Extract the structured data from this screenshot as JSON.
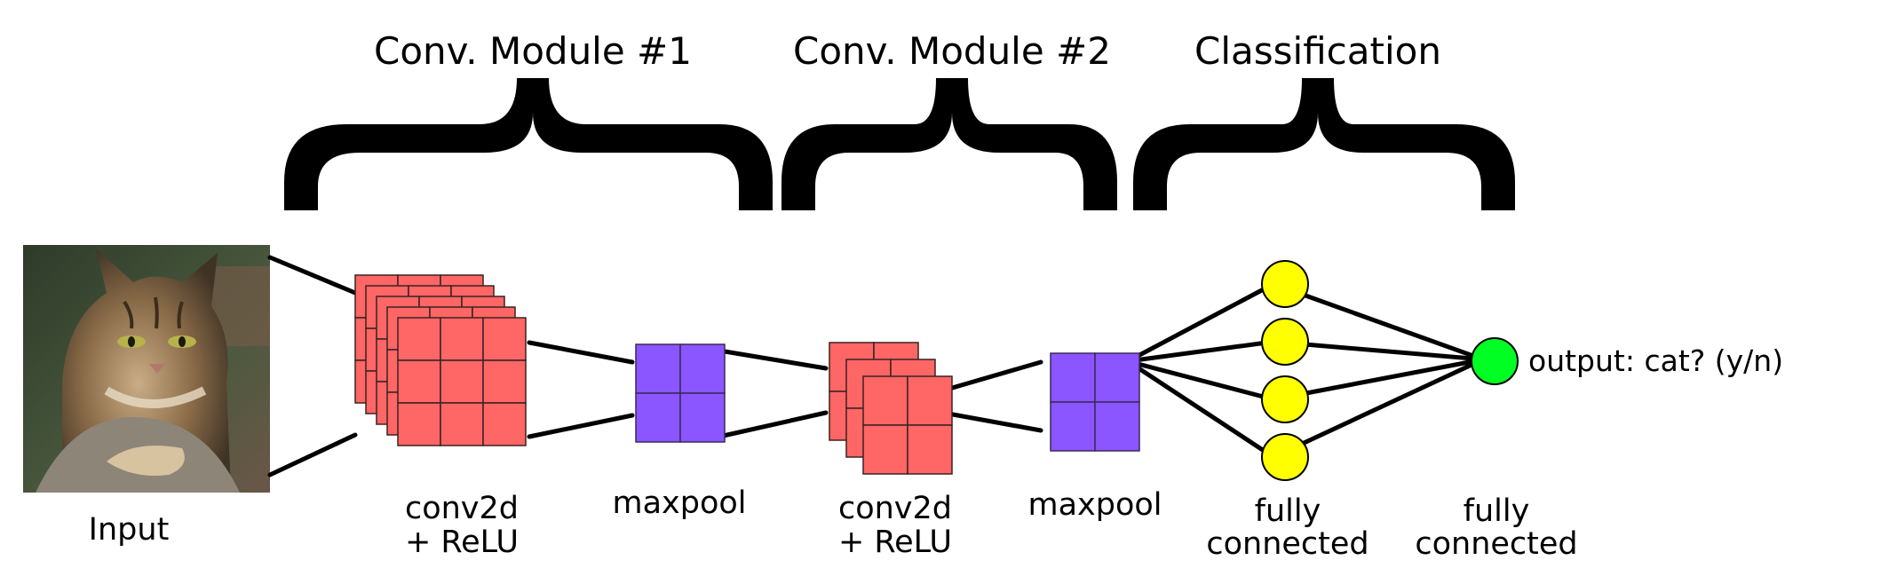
{
  "modules": {
    "conv1_label": "Conv. Module #1",
    "conv2_label": "Conv. Module #2",
    "classification_label": "Classification"
  },
  "captions": {
    "input": "Input",
    "conv2d_a_line1": "conv2d",
    "conv2d_a_line2": "+ ReLU",
    "maxpool_a": "maxpool",
    "conv2d_b_line1": "conv2d",
    "conv2d_b_line2": "+ ReLU",
    "maxpool_b": "maxpool",
    "fc_a_line1": "fully",
    "fc_a_line2": "connected",
    "fc_b_line1": "fully",
    "fc_b_line2": "connected"
  },
  "output_label": "output: cat? (y/n)",
  "colors": {
    "feature_map": "#ff6666",
    "pool": "#8b55ff",
    "hidden_node": "#ffff00",
    "output_node": "#00ff22"
  },
  "icons": {
    "input_image": "cat-photo"
  }
}
